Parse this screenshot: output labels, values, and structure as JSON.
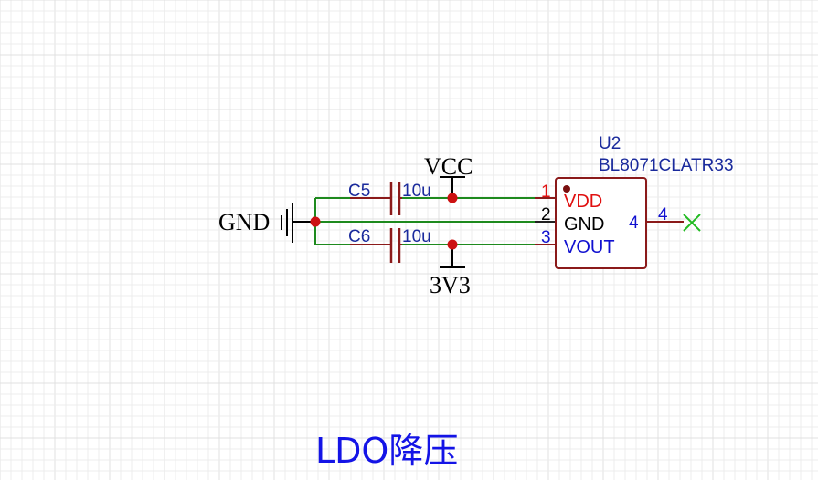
{
  "schematic": {
    "title": "LDO降压",
    "ic": {
      "designator": "U2",
      "part": "BL8071CLATR33",
      "pins": [
        {
          "number": "1",
          "name": "VDD"
        },
        {
          "number": "2",
          "name": "GND"
        },
        {
          "number": "3",
          "name": "VOUT"
        },
        {
          "number": "4",
          "name": ""
        }
      ]
    },
    "capacitors": [
      {
        "designator": "C5",
        "value": "10u"
      },
      {
        "designator": "C6",
        "value": "10u"
      }
    ],
    "power_ports": {
      "gnd": "GND",
      "vcc": "VCC",
      "v3v3": "3V3"
    },
    "colors": {
      "wire": "#1e8a1e",
      "pin": "#8b1a1a",
      "junction": "#cc1111",
      "label": "#1a2a9c",
      "title": "#1414e6",
      "no_connect": "#22bb22"
    }
  }
}
